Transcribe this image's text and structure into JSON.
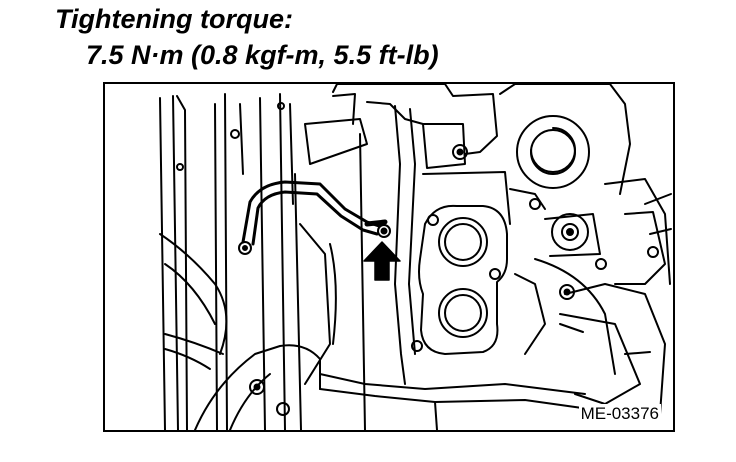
{
  "heading": "Tightening torque:",
  "torque_spec": "7.5 N·m (0.8 kgf-m, 5.5 ft-lb)",
  "figure": {
    "id": "ME-03376",
    "arrow_icon": "pointer-arrow-icon"
  }
}
